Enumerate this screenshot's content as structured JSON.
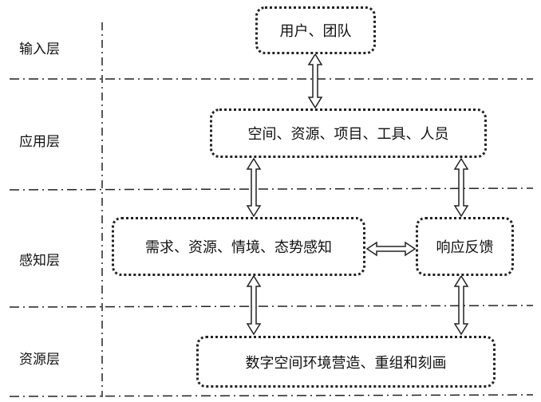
{
  "layers": [
    {
      "label": "输入层"
    },
    {
      "label": "应用层"
    },
    {
      "label": "感知层"
    },
    {
      "label": "资源层"
    }
  ],
  "boxes": {
    "users": "用户、团队",
    "application": "空间、资源、项目、工具、人员",
    "perception": "需求、资源、情境、态势感知",
    "feedback": "响应反馈",
    "resource": "数字空间环境营造、重组和刻画"
  },
  "colors": {
    "line": "#222222",
    "background": "#ffffff"
  }
}
